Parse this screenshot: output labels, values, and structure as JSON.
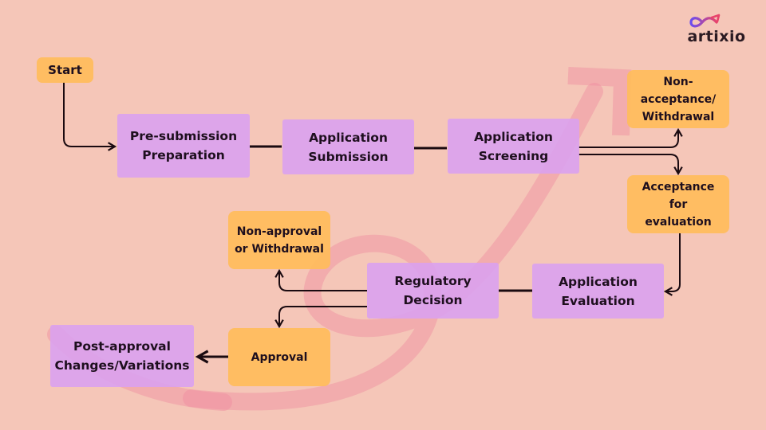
{
  "brand": {
    "name": "artixio",
    "logo_icon": "infinity-arrow-icon",
    "colors": {
      "logo_gradient_start": "#6a4cf0",
      "logo_gradient_end": "#e8436b"
    }
  },
  "colors": {
    "background": "#f5c6b8",
    "process_box": "#daa0f0",
    "decision_box": "#ffbc5a",
    "connector": "#1a0a10",
    "watermark": "#f08ca0"
  },
  "nodes": {
    "start": {
      "label": "Start",
      "type": "terminal"
    },
    "pre_submission": {
      "label": "Pre-submission\nPreparation",
      "type": "process"
    },
    "submission": {
      "label": "Application\nSubmission",
      "type": "process"
    },
    "screening": {
      "label": "Application\nScreening",
      "type": "process"
    },
    "non_acceptance": {
      "label": "Non-\nacceptance/\nWithdrawal",
      "type": "outcome"
    },
    "acceptance": {
      "label": "Acceptance for\nevaluation",
      "type": "outcome"
    },
    "evaluation": {
      "label": "Application\nEvaluation",
      "type": "process"
    },
    "decision": {
      "label": "Regulatory\nDecision",
      "type": "process"
    },
    "non_approval": {
      "label": "Non-approval\nor Withdrawal",
      "type": "outcome"
    },
    "approval": {
      "label": "Approval",
      "type": "outcome"
    },
    "post_approval": {
      "label": "Post-approval\nChanges/Variations",
      "type": "process"
    }
  },
  "edges": [
    {
      "from": "start",
      "to": "pre_submission",
      "arrow": true
    },
    {
      "from": "pre_submission",
      "to": "submission",
      "arrow": false
    },
    {
      "from": "submission",
      "to": "screening",
      "arrow": false
    },
    {
      "from": "screening",
      "to": "non_acceptance",
      "arrow": true
    },
    {
      "from": "screening",
      "to": "acceptance",
      "arrow": true
    },
    {
      "from": "acceptance",
      "to": "evaluation",
      "arrow": true
    },
    {
      "from": "evaluation",
      "to": "decision",
      "arrow": false
    },
    {
      "from": "decision",
      "to": "non_approval",
      "arrow": true
    },
    {
      "from": "decision",
      "to": "approval",
      "arrow": true
    },
    {
      "from": "approval",
      "to": "post_approval",
      "arrow": true
    }
  ]
}
